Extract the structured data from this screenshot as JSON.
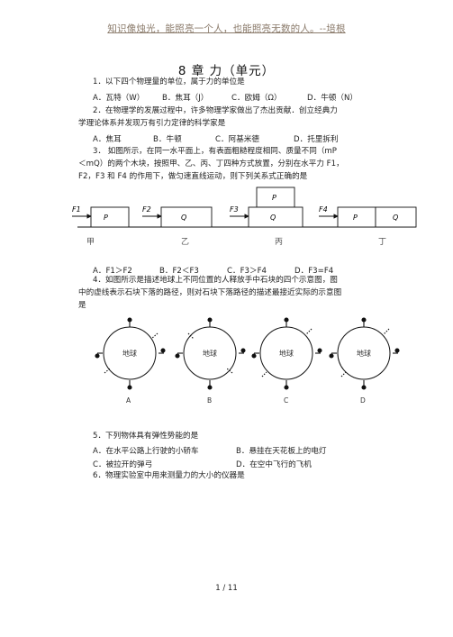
{
  "banner": "知识像烛光，能照亮一个人，也能照亮无数的人。--培根",
  "title": "8 章  力（单元）",
  "q1": {
    "stem": "1．以下四个物理量的单位，属于力的单位是",
    "options": [
      "A．瓦特（W）",
      "B．焦耳（J）",
      "C．欧姆（Ω）",
      "D．牛顿（N）"
    ]
  },
  "q2": {
    "line1": "2．在物理学的发展过程中，许多物理学家做出了杰出贡献．创立经典力",
    "line2": "学理论体系并发现万有引力定律的科学家是",
    "options": [
      "A．焦耳",
      "B．牛顿",
      "C．阿基米德",
      "D．托里拆利"
    ]
  },
  "q3": {
    "line1": "3．  如图所示，在同一水平面上，有表面粗糙程度相同、质量不同（mP",
    "line2": "＜mQ）的两个木块，按照甲、乙、丙、丁四种方式放置，分别在水平力 F1，",
    "line3": "F2，F3 和 F4 的作用下，做匀速直线运动，则下列关系式正确的是",
    "figure": {
      "forces": [
        "F1",
        "F2",
        "F3",
        "F4"
      ],
      "blocks": [
        "P",
        "Q",
        "P",
        "Q",
        "P",
        "Q"
      ],
      "captions": [
        "甲",
        "乙",
        "丙",
        "丁"
      ]
    },
    "options": [
      "A．F1＞F2",
      "B．F2＜F3",
      "C．F3＞F4",
      "D．F3=F4"
    ]
  },
  "q4": {
    "line1": "4．如图所示是描述地球上不同位置的人释放手中石块的四个示意图，图",
    "line2": "中的虚线表示石块下落的路径，则对石块下落路径的描述最接近实际的示意图",
    "line3": "是",
    "figure": {
      "globe_label": "地球",
      "letters": [
        "A",
        "B",
        "C",
        "D"
      ]
    }
  },
  "q5": {
    "stem": "5．下列物体具有弹性势能的是",
    "options": [
      "A．在水平公路上行驶的小轿车",
      "B．悬挂在天花板上的电灯",
      "C．被拉开的弹弓",
      "D．在空中飞行的飞机"
    ]
  },
  "q6": {
    "stem": "6．物理实验室中用来测量力的大小的仪器是"
  },
  "footer": "1  /  11"
}
